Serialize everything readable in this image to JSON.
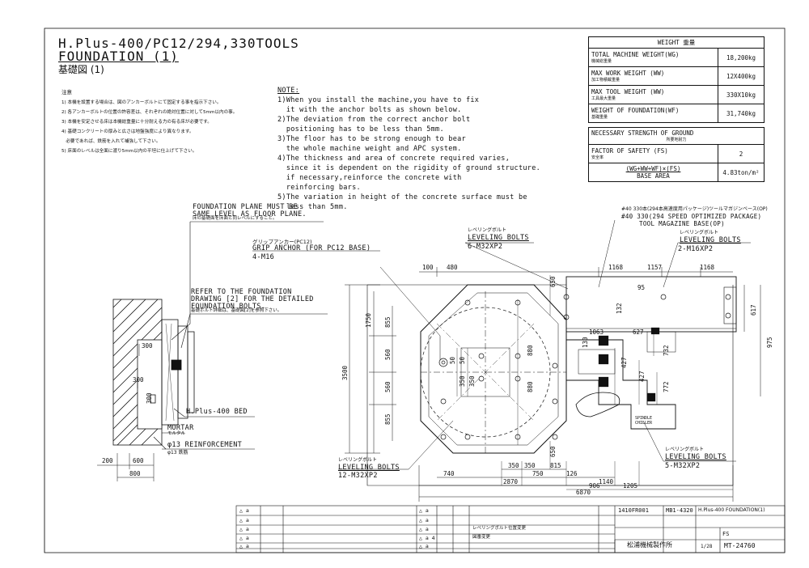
{
  "title": {
    "line1": "H.Plus-400/PC12/294,330TOOLS",
    "line2": "FOUNDATION (1)",
    "line3": "基礎図 (1)"
  },
  "jp_notes": {
    "heading": "注意",
    "items": [
      "1) 本機を設置する場合は、図のアンカーボルトにて固定する事を指示下さい。",
      "2) 各アンカーボルトの位置の許容差は、それぞれの絶対位置に対して5mm以内の事。",
      "3) 本機を安定させる床は本機総重量に十分耐える力の有る床が必要です。",
      "4) 基礎コンクリートの厚みと広さは地盤強度により異なります。",
      "   必要であれば、鉄筋を入れて補強して下さい。",
      "5) 床面のレベルは全面に渡り5mm以内の平坦に仕上げて下さい。"
    ]
  },
  "notes": {
    "heading": "NOTE:",
    "lines": [
      "1)When you install the machine,you have to fix",
      "  it with the anchor bolts as shown below.",
      "2)The deviation from the correct anchor bolt",
      "  positioning has to be less than 5mm.",
      "3)The floor has to be strong enough to bear",
      "  the whole machine weight and APC system.",
      "4)The thickness and area of concrete required varies,",
      "  since it is dependent on the rigidity of ground structure.",
      "  if necessary,reinforce the concrete with",
      "  reinforcing bars.",
      "5)The variation in height of the concrete surface must be",
      "  less than 5mm."
    ]
  },
  "weight_table": {
    "header": "WEIGHT 重量",
    "rows": [
      {
        "label": "TOTAL MACHINE WEIGHT(WG)",
        "jp": "機械総重量",
        "value": "18,200kg"
      },
      {
        "label": "MAX WORK WEIGHT (WW)",
        "jp": "加工物積載重量",
        "value": "12X400kg"
      },
      {
        "label": "MAX TOOL WEIGHT (WW)",
        "jp": "工具最大重量",
        "value": "330X10kg"
      },
      {
        "label": "WEIGHT OF FOUNDATION(WF)",
        "jp": "基礎重量",
        "value": "31,740kg"
      }
    ]
  },
  "strength_table": {
    "header": "NECESSARY STRENGTH OF GROUND",
    "header_jp": "所要地耐力",
    "safety_label": "FACTOR OF SAFETY (FS)",
    "safety_jp": "安全率",
    "safety_value": "2",
    "formula": "(WG+WW+WF)×(FS)",
    "base_area": "BASE AREA",
    "result": "4.83ton/m²"
  },
  "left_detail": {
    "plane_note": [
      "FOUNDATION PLANE MUST BE",
      "SAME LEVEL AS FLOOR PLANE.",
      "床の基礎面を床面と同レベルにすること。"
    ],
    "refer_note": [
      "REFER TO THE FOUNDATION",
      "DRAWING [2] FOR THE DETAILED",
      "FOUNDATION BOLTS.",
      "基礎ボルト詳細は、基礎図[2]を参照下さい。"
    ],
    "bed": "H.Plus-400 BED",
    "mortar": "MORTAR",
    "mortar_jp": "モルタル",
    "reinf": "φ13 REINFORCEMENT",
    "reinf_jp": "φ13 鉄筋",
    "dims": [
      "300",
      "300",
      "300",
      "200",
      "600",
      "800"
    ]
  },
  "callouts": {
    "grip_jp": "グリップアンカー(PC12)",
    "grip": "GRIP ANCHOR (FOR PC12 BASE)",
    "grip_size": "4-M16",
    "lev_top_jp": "レベリングボルト",
    "lev_top": "LEVELING BOLTS",
    "lev_top_size": "6-M32XP2",
    "mag_line1": "#40 330本(294本高速度用パッケージ)ツールマガジンベース(OP)",
    "mag_line2": "#40 330(294 SPEED OPTIMIZED PACKAGE)",
    "mag_line3": "TOOL MAGAZINE BASE(OP)",
    "lev_right_jp": "レベリングボルト",
    "lev_right": "LEVELING BOLTS",
    "lev_right_size": "2-M16XP2",
    "lev_bottom_jp": "レベリングボルト",
    "lev_bottom": "LEVELING BOLTS",
    "lev_bottom_size": "12-M32XP2",
    "lev_br_jp": "レベリングボルト",
    "lev_br": "LEVELING BOLTS",
    "lev_br_size": "5-M32XP2",
    "chiller": [
      "SPINDLE",
      "CHILLER"
    ]
  },
  "plan_dims": {
    "top": [
      "100",
      "480",
      "1168",
      "1157",
      "1168"
    ],
    "left": [
      "1750",
      "855",
      "560",
      "560",
      "855",
      "3500"
    ],
    "inner": [
      "50",
      "350",
      "350",
      "880",
      "880",
      "650",
      "650",
      "50"
    ],
    "right": [
      "617",
      "975",
      "732",
      "427",
      "427",
      "772",
      "130",
      "1063",
      "627",
      "95",
      "132"
    ],
    "bottom": [
      "350",
      "350",
      "815",
      "740",
      "750",
      "126",
      "1140",
      "2870",
      "906",
      "1205",
      "6870"
    ]
  },
  "title_block": {
    "rev_marks": [
      "△ a",
      "△ a",
      "△ a",
      "△ a",
      "△ a"
    ],
    "rev_right": [
      "△ a",
      "△ a",
      "△ a",
      "△ a 4",
      "△ a"
    ],
    "rev_desc": [
      "レベリングボルト位置変更",
      "図番変更"
    ],
    "drawing_no": "1410FR001",
    "ref_no": "MB1-4320",
    "name": "H.Plus-400 FOUNDATION(1)",
    "scale": "FS",
    "company": "松浦機械製作所",
    "sheet_no": "MT-24760",
    "fraction": "1/28"
  }
}
